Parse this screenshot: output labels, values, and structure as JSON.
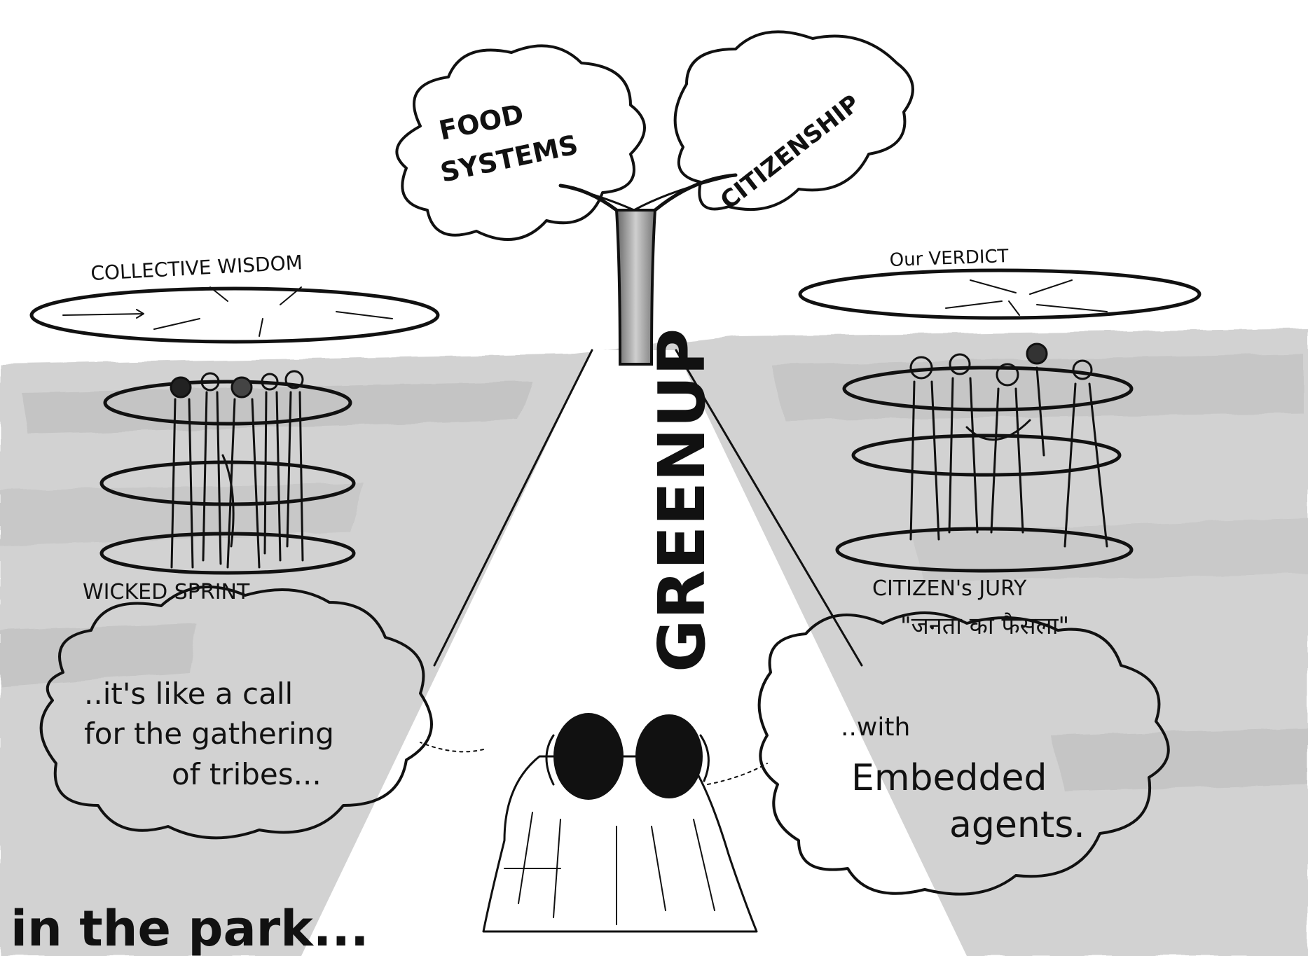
{
  "tree": {
    "cloud_left": "FOOD SYSTEMS",
    "cloud_left_line1": "FOOD",
    "cloud_left_line2": "SYSTEMS",
    "cloud_right": "CITIZENSHIP",
    "trunk_label": "GREENUP"
  },
  "left_group": {
    "top_label": "COLLECTIVE WISDOM",
    "bottom_label": "WICKED SPRINT"
  },
  "right_group": {
    "top_label": "Our VERDICT",
    "bottom_label": "CITIZEN's JURY",
    "hindi_label": "\"जनता का फैसला\""
  },
  "speech": {
    "left_line1": "..it's like a call",
    "left_line2": "for the gathering",
    "left_line3": "of tribes...",
    "right_line1": "..with",
    "right_line2": "Embedded",
    "right_line3": "agents."
  },
  "caption": "in the park...",
  "colors": {
    "ink": "#111111",
    "paper": "#ffffff",
    "grey_wash": "#cfcfcf",
    "trunk_grey": "#8c8c8c"
  }
}
